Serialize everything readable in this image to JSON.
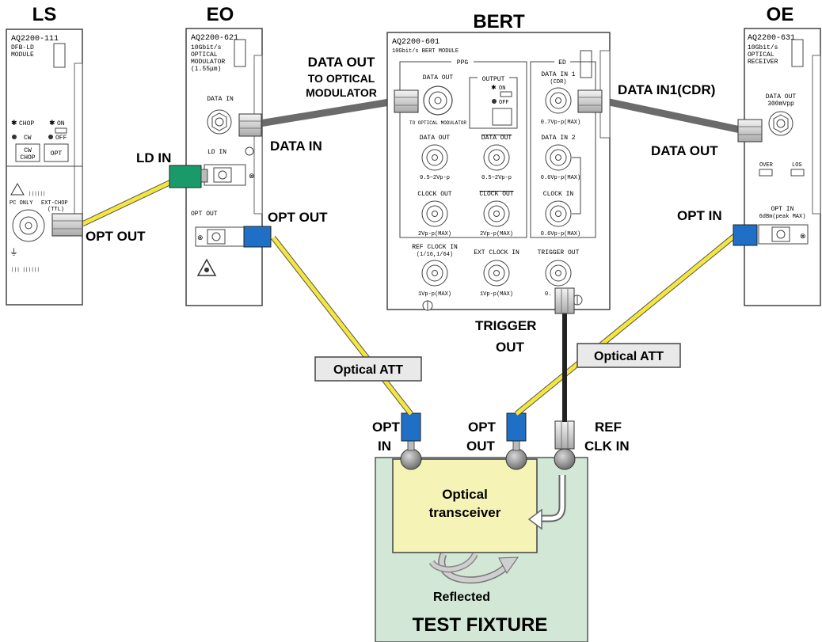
{
  "modules": {
    "ls": {
      "title": "LS",
      "model": "AQ2200-111",
      "type_line1": "DFB-LD",
      "type_line2": "MODULE",
      "chop_label": "CHOP",
      "cw_label": "CW",
      "on_label": "ON",
      "off_label": "OFF",
      "cw_button": "CW",
      "chop_button": "CHOP",
      "opt_button": "OPT",
      "pc_only": "PC ONLY",
      "ext_chop": "EXT-CHOP",
      "ttl": "(TTL)",
      "conn_label": "OPT OUT"
    },
    "eo": {
      "title": "EO",
      "model": "AQ2200-621",
      "type_line1": "10Gbit/s",
      "type_line2": "OPTICAL",
      "type_line3": "MODULATOR",
      "type_line4": "(1.55μm)",
      "data_in_panel": "DATA IN",
      "ld_in_panel": "LD IN",
      "opt_out_panel": "OPT OUT",
      "ld_in_label": "LD IN",
      "data_in_label": "DATA IN",
      "opt_out_label": "OPT OUT"
    },
    "bert": {
      "title": "BERT",
      "model": "AQ2200-601",
      "type": "10Gbit/s BERT MODULE",
      "ppg": "PPG",
      "ed": "ED",
      "data_out": "DATA OUT",
      "to_opt_mod": "TO OPTICAL MODULATOR",
      "output": "OUTPUT",
      "on": "ON",
      "off": "OFF",
      "data_out2": "DATA OUT",
      "data_out_bar": "DATA OUT",
      "spec_05_2": "0.5~2Vp-p",
      "clock_out": "CLOCK OUT",
      "clock_out_bar": "CLOCK OUT",
      "spec_2vpp": "2Vp-p(MAX)",
      "data_in1": "DATA IN 1",
      "cdr": "(CDR)",
      "spec_07": "0.7Vp-p(MAX)",
      "data_in2": "DATA IN 2",
      "spec_06": "0.6Vp-p(MAX)",
      "clock_in": "CLOCK IN",
      "ref_clock_in": "REF CLOCK IN",
      "ref_ratio": "(1/16,1/64)",
      "spec_1v": "1Vp-p(MAX)",
      "ext_clock_in": "EXT CLOCK IN",
      "trigger_out_panel": "TRIGGER OUT",
      "trig_spec": "0.",
      "data_out_label1": "DATA OUT",
      "data_out_label2": "TO OPTICAL",
      "data_out_label3": "MODULATOR",
      "trigger_label1": "TRIGGER",
      "trigger_label2": "OUT"
    },
    "oe": {
      "title": "OE",
      "model": "AQ2200-631",
      "type_line1": "10Gbit/s",
      "type_line2": "OPTICAL",
      "type_line3": "RECEIVER",
      "data_out_panel": "DATA OUT",
      "data_out_spec": "300mVpp",
      "over": "OVER",
      "los": "LOS",
      "opt_in_panel": "OPT IN",
      "opt_in_spec": "6dBm(peak MAX)",
      "data_in1_label": "DATA IN1(CDR)",
      "data_out_label": "DATA OUT",
      "opt_in_label": "OPT IN"
    }
  },
  "attenuators": {
    "left": "Optical ATT",
    "right": "Optical ATT"
  },
  "fixture": {
    "opt_in_1": "OPT",
    "opt_in_2": "IN",
    "opt_out_1": "OPT",
    "opt_out_2": "OUT",
    "ref_clk_1": "REF",
    "ref_clk_2": "CLK IN",
    "transceiver_1": "Optical",
    "transceiver_2": "transceiver",
    "reflected": "Reflected",
    "title": "TEST FIXTURE"
  },
  "colors": {
    "fiber": "#f5e63c",
    "fiber_edge": "#8a8200",
    "coax": "#6b6b6b",
    "fixture_bg": "#d3e7d6",
    "transceiver_bg": "#f6f3b7",
    "blue_conn": "#1f6fc6",
    "green_conn": "#1a9a6a",
    "att_bg": "#e9e9e9"
  }
}
